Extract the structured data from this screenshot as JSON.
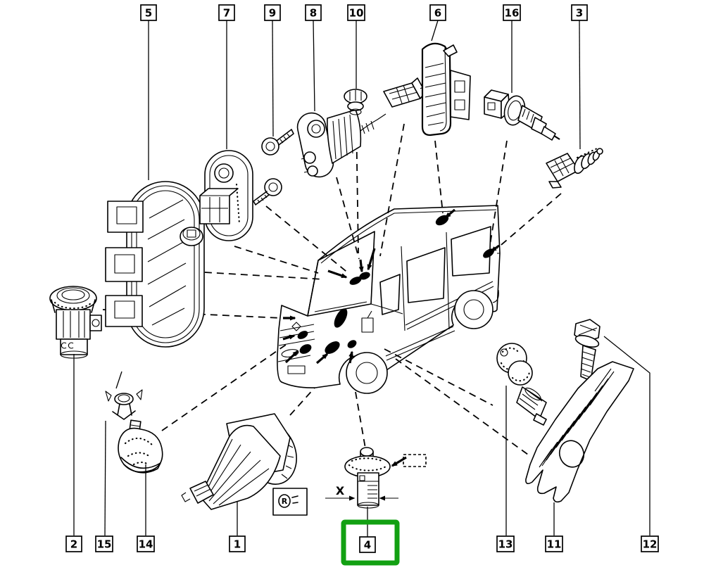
{
  "figure": {
    "type": "exploded-parts-diagram",
    "subject": "van electrical switches and sensors",
    "background": "#ffffff",
    "line_color": "#000000",
    "highlight_color": "#12A012"
  },
  "callouts": {
    "top": [
      {
        "label": "5"
      },
      {
        "label": "7"
      },
      {
        "label": "9"
      },
      {
        "label": "8"
      },
      {
        "label": "10"
      },
      {
        "label": "6"
      },
      {
        "label": "16"
      },
      {
        "label": "3"
      }
    ],
    "bottom": [
      {
        "label": "2"
      },
      {
        "label": "15"
      },
      {
        "label": "14"
      },
      {
        "label": "1"
      },
      {
        "label": "4"
      },
      {
        "label": "13"
      },
      {
        "label": "11"
      },
      {
        "label": "12"
      }
    ]
  },
  "highlight": {
    "selected_callout": "4",
    "color": "#12A012"
  },
  "annotations": {
    "x_label": "X",
    "note_symbol": "R"
  }
}
